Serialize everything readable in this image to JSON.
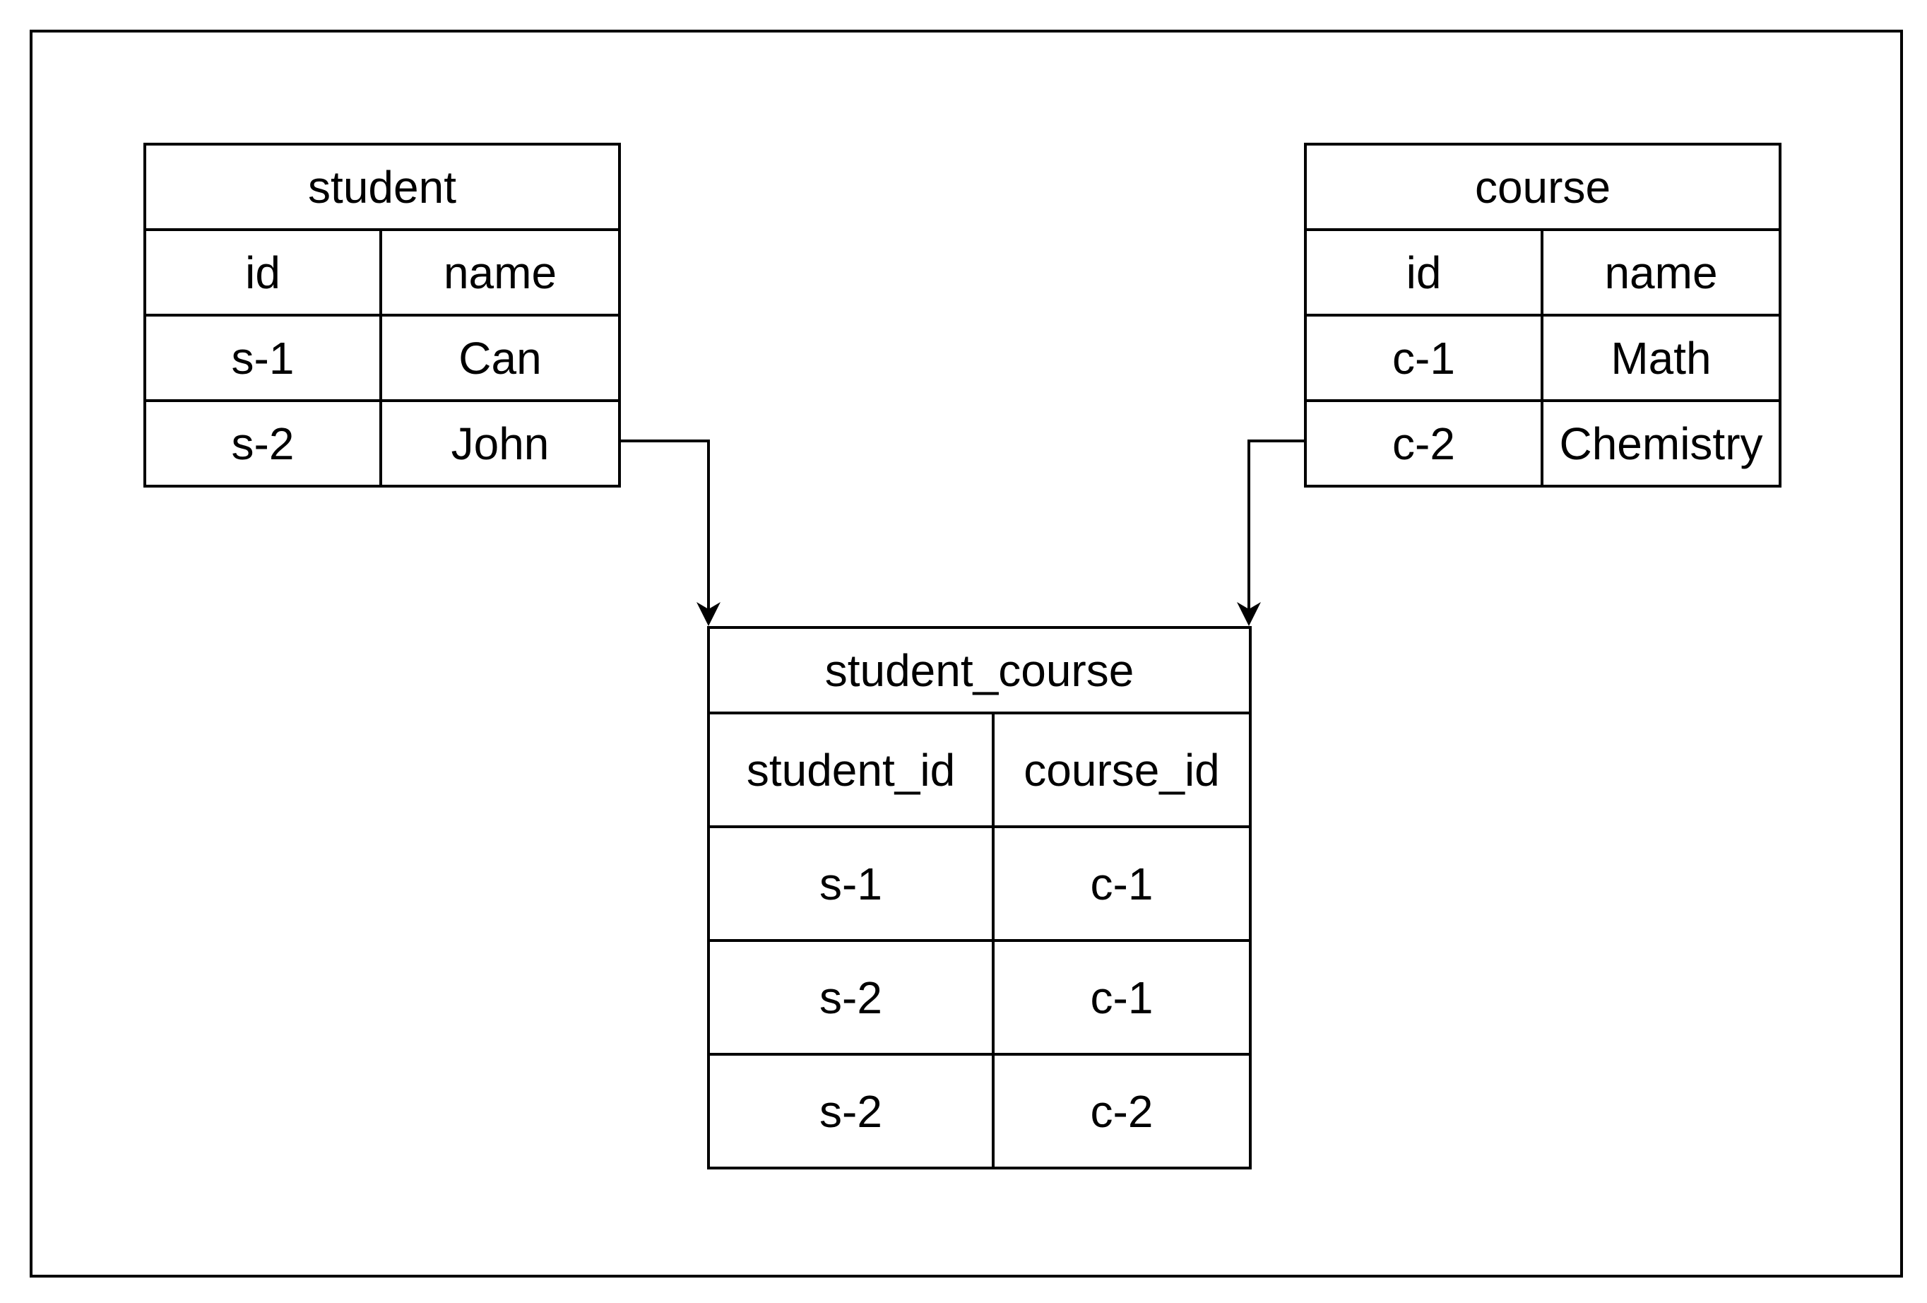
{
  "tables": {
    "student": {
      "title": "student",
      "columns": [
        "id",
        "name"
      ],
      "rows": [
        [
          "s-1",
          "Can"
        ],
        [
          "s-2",
          "John"
        ]
      ]
    },
    "course": {
      "title": "course",
      "columns": [
        "id",
        "name"
      ],
      "rows": [
        [
          "c-1",
          "Math"
        ],
        [
          "c-2",
          "Chemistry"
        ]
      ]
    },
    "student_course": {
      "title": "student_course",
      "columns": [
        "student_id",
        "course_id"
      ],
      "rows": [
        [
          "s-1",
          "c-1"
        ],
        [
          "s-2",
          "c-1"
        ],
        [
          "s-2",
          "c-2"
        ]
      ]
    }
  },
  "connectors": [
    {
      "from": "student",
      "to": "student_course"
    },
    {
      "from": "course",
      "to": "student_course"
    }
  ],
  "colors": {
    "line": "#000000",
    "background": "#ffffff"
  }
}
